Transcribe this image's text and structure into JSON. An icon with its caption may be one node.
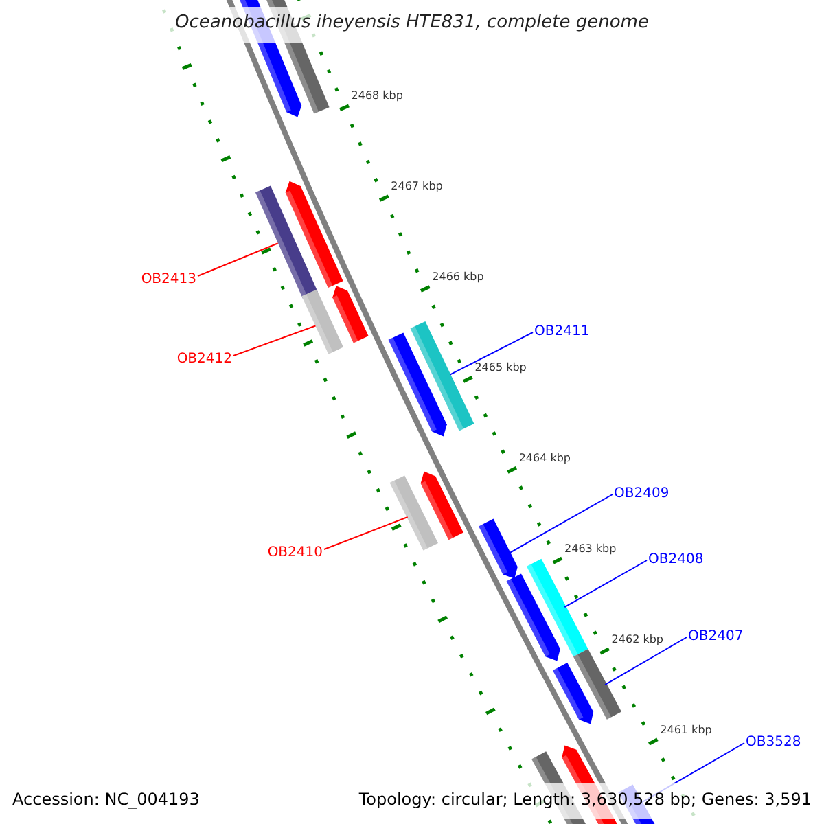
{
  "diagram": {
    "title": "Oceanobacillus iheyensis HTE831, complete genome",
    "nodes": [
      {
        "text": [
          "OB2413"
        ]
      },
      {
        "text": [
          "OB2412"
        ]
      },
      {
        "text": [
          "OB2411"
        ]
      },
      {
        "text": [
          "OB2410"
        ]
      },
      {
        "text": [
          "OB2409"
        ]
      },
      {
        "text": [
          "OB2408"
        ]
      },
      {
        "text": [
          "OB2407"
        ]
      },
      {
        "text": [
          "OB3528"
        ]
      },
      {
        "text": [],
        "shape": "bar"
      },
      {
        "text": [],
        "shape": "bar"
      },
      {
        "text": [],
        "shape": "bar"
      },
      {
        "text": [],
        "shape": "bar"
      },
      {
        "text": [],
        "shape": "bar"
      },
      {
        "text": [],
        "shape": "bar"
      },
      {
        "text": [],
        "shape": "bar"
      },
      {
        "text": [],
        "shape": "bar"
      }
    ],
    "edges": [
      {
        "from": 0,
        "to": 8,
        "arrow": "none",
        "color": "#ff0000"
      },
      {
        "from": 1,
        "to": 9,
        "arrow": "none",
        "color": "#ff0000"
      },
      {
        "from": 2,
        "to": 10,
        "arrow": "none"
      },
      {
        "from": 3,
        "to": 11,
        "arrow": "none",
        "color": "#ff0000"
      },
      {
        "from": 4,
        "to": 12,
        "arrow": "none"
      },
      {
        "from": 5,
        "to": 13,
        "arrow": "none"
      },
      {
        "from": 6,
        "to": 14,
        "arrow": "none"
      },
      {
        "from": 7,
        "to": 15,
        "arrow": "none"
      }
    ],
    "labels": [
      "2468 kbp",
      "2467 kbp",
      "2466 kbp",
      "2465 kbp",
      "2464 kbp",
      "2463 kbp",
      "2462 kbp",
      "2461 kbp",
      "Accession: NC_004193",
      "Topology: circular; Length: 3,630,528 bp; Genes: 3,591"
    ]
  }
}
